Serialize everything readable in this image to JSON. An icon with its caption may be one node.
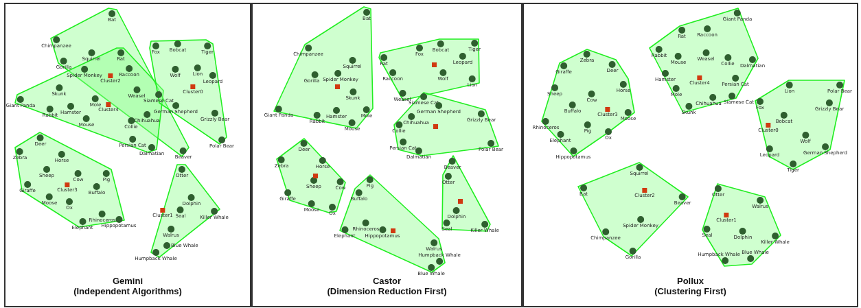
{
  "diagram": {
    "nodes": [
      {
        "text": [
          "Gemini",
          "(Independent Algorithms)"
        ]
      },
      {
        "text": [],
        "shape": "polygon",
        "in": 0
      },
      {
        "text": [],
        "shape": "polygon",
        "in": 0
      },
      {
        "text": [],
        "shape": "polygon",
        "in": 0
      },
      {
        "text": [],
        "shape": "polygon",
        "in": 0
      },
      {
        "text": [],
        "shape": "polygon",
        "in": 0
      },
      {
        "text": [
          "Bat"
        ],
        "in": 1
      },
      {
        "text": [
          "Chimpanzee"
        ],
        "in": 1
      },
      {
        "text": [
          "Fox"
        ],
        "in": 3
      },
      {
        "text": [
          "Bobcat"
        ],
        "in": 3
      },
      {
        "text": [
          "Tiger"
        ],
        "in": 3
      },
      {
        "text": [
          "Squirrel"
        ],
        "in": 1
      },
      {
        "text": [
          "Rat"
        ]
      },
      {
        "text": [
          "Gorilla"
        ],
        "in": 1
      },
      {
        "text": [
          "Raccoon"
        ]
      },
      {
        "text": [
          "Spider Monkey"
        ]
      },
      {
        "text": [
          "Wolf"
        ],
        "in": 3
      },
      {
        "text": [
          "Lion"
        ],
        "in": 3
      },
      {
        "text": [
          "Cluster2"
        ]
      },
      {
        "text": [
          "Leopard"
        ],
        "in": 3
      },
      {
        "text": [
          "Cluster0"
        ],
        "in": 3
      },
      {
        "text": [
          "Skunk"
        ],
        "in": 2
      },
      {
        "text": [
          "Weasel"
        ]
      },
      {
        "text": [
          "Siamese Cat"
        ]
      },
      {
        "text": [
          "Giant Panda"
        ],
        "in": 2
      },
      {
        "text": [
          "Mole"
        ],
        "in": 2
      },
      {
        "text": [
          "Cluster4"
        ],
        "in": 2
      },
      {
        "text": [
          "German Shepherd"
        ],
        "in": 3
      },
      {
        "text": [
          "Hamster"
        ],
        "in": 2
      },
      {
        "text": [
          "Rabbit"
        ],
        "in": 2
      },
      {
        "text": [
          "Chihuahua"
        ]
      },
      {
        "text": [
          "Grizzly Bear"
        ],
        "in": 3
      },
      {
        "text": [
          "Mouse"
        ],
        "in": 2
      },
      {
        "text": [
          "Collie"
        ],
        "in": 2
      },
      {
        "text": [
          "Deer"
        ],
        "in": 4
      },
      {
        "text": [
          "Persian Cat"
        ],
        "in": 2
      },
      {
        "text": [
          "Polar Bear"
        ],
        "in": 3
      },
      {
        "text": [
          "Dalmatian"
        ],
        "in": 2
      },
      {
        "text": [
          "Beaver"
        ],
        "in": 1
      },
      {
        "text": [
          "Zebra"
        ],
        "in": 4
      },
      {
        "text": [
          "Horse"
        ],
        "in": 4
      },
      {
        "text": [
          "Otter"
        ],
        "in": 5
      },
      {
        "text": [
          "Sheep"
        ],
        "in": 4
      },
      {
        "text": [
          "Cow"
        ],
        "in": 4
      },
      {
        "text": [
          "Pig"
        ],
        "in": 4
      },
      {
        "text": [
          "Cluster3"
        ],
        "in": 4
      },
      {
        "text": [
          "Giraffe"
        ],
        "in": 4
      },
      {
        "text": [
          "Buffalo"
        ],
        "in": 4
      },
      {
        "text": [
          "Moose"
        ],
        "in": 4
      },
      {
        "text": [
          "Dolphin"
        ],
        "in": 5
      },
      {
        "text": [
          "Ox"
        ],
        "in": 4
      },
      {
        "text": [
          "Cluster1"
        ],
        "in": 0
      },
      {
        "text": [
          "Seal"
        ],
        "in": 5
      },
      {
        "text": [
          "Killer Whale"
        ],
        "in": 5
      },
      {
        "text": [
          "Rhinoceros"
        ],
        "in": 4
      },
      {
        "text": [
          "Hippopotamus"
        ],
        "in": 4
      },
      {
        "text": [
          "Elephant"
        ],
        "in": 4
      },
      {
        "text": [
          "Walrus"
        ],
        "in": 5
      },
      {
        "text": [
          "Blue Whale"
        ],
        "in": 5
      },
      {
        "text": [
          "Humpback Whale"
        ],
        "in": 5
      },
      {
        "text": [
          "Castor",
          "(Dimension Reduction First)"
        ]
      },
      {
        "text": [],
        "shape": "polygon",
        "in": 60
      },
      {
        "text": [],
        "shape": "polygon",
        "in": 60
      },
      {
        "text": [],
        "shape": "polygon",
        "in": 60
      },
      {
        "text": [],
        "shape": "polygon",
        "in": 60
      },
      {
        "text": [],
        "shape": "polygon",
        "in": 60
      },
      {
        "text": [],
        "shape": "polygon",
        "in": 60
      },
      {
        "text": [
          "Bat"
        ],
        "in": 61
      },
      {
        "text": [
          "Fox"
        ],
        "in": 62
      },
      {
        "text": [
          "Chimpanzee"
        ],
        "in": 61
      },
      {
        "text": [
          "Bobcat"
        ],
        "in": 62
      },
      {
        "text": [
          "Tiger"
        ],
        "in": 62
      },
      {
        "text": [
          "Leopard"
        ],
        "in": 62
      },
      {
        "text": [
          "Rat"
        ],
        "in": 62
      },
      {
        "text": [
          "Squirrel"
        ],
        "in": 61
      },
      {
        "text": [],
        "shape": "box",
        "in": 62
      },
      {
        "text": [
          "Raccoon"
        ],
        "in": 62
      },
      {
        "text": [
          "Wolf"
        ],
        "in": 62
      },
      {
        "text": [
          "Spider Monkey"
        ],
        "in": 61
      },
      {
        "text": [
          "Gorilla"
        ],
        "in": 61
      },
      {
        "text": [
          "Lion"
        ],
        "in": 62
      },
      {
        "text": [],
        "shape": "box",
        "in": 61
      },
      {
        "text": [
          "Skunk"
        ],
        "in": 61
      },
      {
        "text": [
          "Weasel"
        ],
        "in": 62
      },
      {
        "text": [
          "Siamese Cat"
        ],
        "in": 63
      },
      {
        "text": [
          "German Shepherd"
        ],
        "in": 63
      },
      {
        "text": [
          "Giant Panda"
        ],
        "in": 61
      },
      {
        "text": [
          "Mole"
        ],
        "in": 61
      },
      {
        "text": [
          "Hamster"
        ],
        "in": 61
      },
      {
        "text": [
          "Grizzly Bear"
        ],
        "in": 63
      },
      {
        "text": [
          "Rabbit"
        ],
        "in": 61
      },
      {
        "text": [
          "Chihuahua"
        ],
        "in": 63
      },
      {
        "text": [
          "Mouse"
        ],
        "in": 61
      },
      {
        "text": [
          "Collie"
        ],
        "in": 63
      },
      {
        "text": [],
        "shape": "box",
        "in": 63
      },
      {
        "text": [
          "Persian Cat"
        ],
        "in": 63
      },
      {
        "text": [
          "Polar Bear"
        ],
        "in": 63
      },
      {
        "text": [
          "Deer"
        ],
        "in": 64
      },
      {
        "text": [
          "Dalmatian"
        ],
        "in": 63
      },
      {
        "text": [
          "Zebra"
        ],
        "in": 64
      },
      {
        "text": [
          "Horse"
        ],
        "in": 64
      },
      {
        "text": [
          "Beaver"
        ],
        "in": 66
      },
      {
        "text": [
          "Otter"
        ],
        "in": 66
      },
      {
        "text": [
          "Pig"
        ],
        "in": 65
      },
      {
        "text": [
          "Sheep"
        ],
        "in": 64
      },
      {
        "text": [],
        "shape": "box",
        "in": 64
      },
      {
        "text": [
          "Cow"
        ],
        "in": 64
      },
      {
        "text": [
          "Giraffe"
        ],
        "in": 64
      },
      {
        "text": [
          "Buffalo"
        ],
        "in": 65
      },
      {
        "text": [],
        "shape": "box",
        "in": 66
      },
      {
        "text": [
          "Moose"
        ],
        "in": 64
      },
      {
        "text": [
          "Ox"
        ],
        "in": 64
      },
      {
        "text": [
          "Dolphin"
        ],
        "in": 66
      },
      {
        "text": [
          "Seal"
        ],
        "in": 66
      },
      {
        "text": [
          "Rhinoceros"
        ],
        "in": 65
      },
      {
        "text": [
          "Killer Whale"
        ],
        "in": 66
      },
      {
        "text": [
          "Elephant"
        ],
        "in": 65
      },
      {
        "text": [
          "Hippopotamus"
        ],
        "in": 65
      },
      {
        "text": [],
        "shape": "box",
        "in": 65
      },
      {
        "text": [
          "Walrus"
        ],
        "in": 65
      },
      {
        "text": [
          "Humpback Whale"
        ],
        "in": 65
      },
      {
        "text": [
          "Blue Whale"
        ],
        "in": 65
      },
      {
        "text": [
          "Pollux",
          "(Clustering First)"
        ]
      },
      {
        "text": [],
        "shape": "polygon",
        "in": 122
      },
      {
        "text": [],
        "shape": "polygon",
        "in": 122
      },
      {
        "text": [],
        "shape": "polygon",
        "in": 122
      },
      {
        "text": [],
        "shape": "polygon",
        "in": 122
      },
      {
        "text": [],
        "shape": "polygon",
        "in": 122
      },
      {
        "text": [
          "Giant Panda"
        ],
        "in": 123
      },
      {
        "text": [
          "Raccoon"
        ],
        "in": 123
      },
      {
        "text": [
          "Rat"
        ],
        "in": 123
      },
      {
        "text": [
          "Rabbit"
        ],
        "in": 123
      },
      {
        "text": [
          "Weasel"
        ],
        "in": 123
      },
      {
        "text": [
          "Zebra"
        ],
        "in": 124
      },
      {
        "text": [
          "Mouse"
        ],
        "in": 123
      },
      {
        "text": [
          "Collie"
        ],
        "in": 123
      },
      {
        "text": [
          "Dalmatian"
        ],
        "in": 123
      },
      {
        "text": [
          "Deer"
        ],
        "in": 124
      },
      {
        "text": [
          "Giraffe"
        ],
        "in": 124
      },
      {
        "text": [
          "Hamster"
        ],
        "in": 123
      },
      {
        "text": [
          "Cluster4"
        ],
        "in": 123
      },
      {
        "text": [
          "Persian Cat"
        ],
        "in": 123
      },
      {
        "text": [
          "Horse"
        ],
        "in": 124
      },
      {
        "text": [
          "Lion"
        ],
        "in": 125
      },
      {
        "text": [
          "Polar Bear"
        ],
        "in": 125
      },
      {
        "text": [
          "Sheep"
        ],
        "in": 124
      },
      {
        "text": [
          "Mole"
        ],
        "in": 123
      },
      {
        "text": [
          "Cow"
        ],
        "in": 124
      },
      {
        "text": [
          "Siamese Cat"
        ],
        "in": 123
      },
      {
        "text": [
          "Chihuahua"
        ],
        "in": 123
      },
      {
        "text": [
          "Fox"
        ],
        "in": 125
      },
      {
        "text": [
          "Grizzly Bear"
        ],
        "in": 125
      },
      {
        "text": [
          "Buffalo"
        ],
        "in": 124
      },
      {
        "text": [
          "Skunk"
        ],
        "in": 123
      },
      {
        "text": [
          "Cluster3"
        ],
        "in": 124
      },
      {
        "text": [
          "Moose"
        ],
        "in": 124
      },
      {
        "text": [
          "Bobcat"
        ],
        "in": 125
      },
      {
        "text": [
          "Rhinoceros"
        ],
        "in": 124
      },
      {
        "text": [
          "Pig"
        ],
        "in": 124
      },
      {
        "text": [
          "Cluster0"
        ],
        "in": 125
      },
      {
        "text": [
          "Ox"
        ],
        "in": 124
      },
      {
        "text": [
          "Elephant"
        ],
        "in": 124
      },
      {
        "text": [
          "Wolf"
        ],
        "in": 125
      },
      {
        "text": [
          "German Shepherd"
        ],
        "in": 125
      },
      {
        "text": [
          "Leopard"
        ],
        "in": 125
      },
      {
        "text": [
          "Hippopotamus"
        ],
        "in": 124
      },
      {
        "text": [
          "Tiger"
        ],
        "in": 125
      },
      {
        "text": [
          "Squirrel"
        ],
        "in": 126
      },
      {
        "text": [
          "Bat"
        ],
        "in": 126
      },
      {
        "text": [
          "Otter"
        ],
        "in": 127
      },
      {
        "text": [
          "Cluster2"
        ],
        "in": 126
      },
      {
        "text": [
          "Beaver"
        ],
        "in": 126
      },
      {
        "text": [
          "Walrus"
        ],
        "in": 127
      },
      {
        "text": [
          "Cluster1"
        ],
        "in": 127
      },
      {
        "text": [
          "Spider Monkey"
        ],
        "in": 126
      },
      {
        "text": [
          "Seal"
        ],
        "in": 127
      },
      {
        "text": [
          "Dolphin"
        ],
        "in": 127
      },
      {
        "text": [
          "Chimpanzee"
        ],
        "in": 126
      },
      {
        "text": [
          "Killer Whale"
        ],
        "in": 127
      },
      {
        "text": [
          "Gorilla"
        ],
        "in": 126
      },
      {
        "text": [
          "Blue Whale"
        ],
        "in": 127
      },
      {
        "text": [
          "Humpback Whale"
        ],
        "in": 127
      }
    ]
  }
}
